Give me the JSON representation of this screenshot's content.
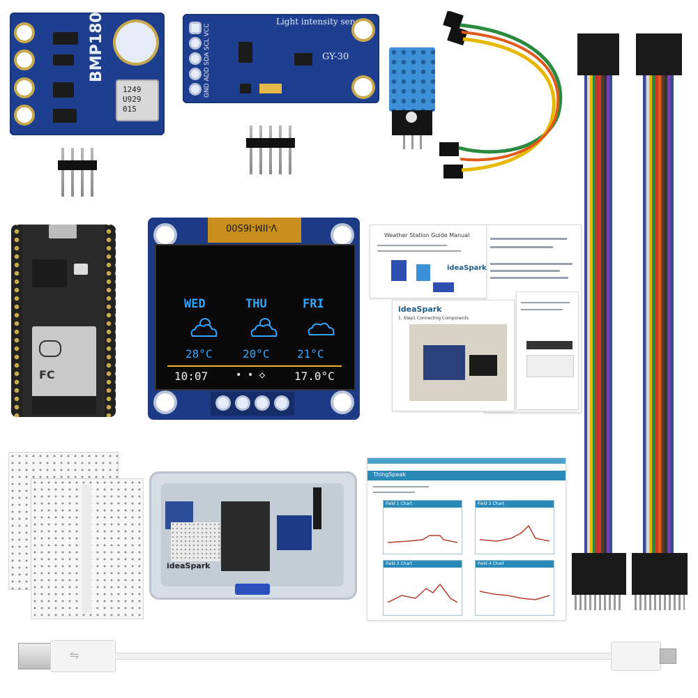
{
  "bmp180": {
    "label": "BMP180",
    "chip_text_1": "1249",
    "chip_text_2": "U929",
    "chip_text_3": "015"
  },
  "gy30": {
    "title": "Light intensity sensor",
    "model": "GY-30",
    "pins": "GND ADD SDA SCL VCC"
  },
  "oled": {
    "model_label": "V-IIM-I6S00",
    "days": [
      {
        "day": "WED",
        "temp": "28°C",
        "icon": "cloud-sun-icon"
      },
      {
        "day": "THU",
        "temp": "20°C",
        "icon": "cloud-sun-icon"
      },
      {
        "day": "FRI",
        "temp": "21°C",
        "icon": "cloud-icon"
      }
    ],
    "time": "10:07",
    "dots": "• • ◇",
    "current_temp": "17.0°C",
    "accent": "#33a6ff",
    "text_color": "#f2f2f2"
  },
  "manual": {
    "title": "Weather Station Guide Manual",
    "brand": "ideaSpark",
    "step1": "1. Step1 Connecting Components"
  },
  "thingspeak": {
    "brand": "ThingSpeak",
    "chart_1": "Field 1 Chart",
    "chart_2": "Field 2 Chart",
    "chart_3": "Field 3 Chart",
    "chart_4": "Field 4 Chart"
  },
  "box": {
    "brand": "ideaSpark"
  },
  "nodemcu": {
    "badge": "FC"
  }
}
